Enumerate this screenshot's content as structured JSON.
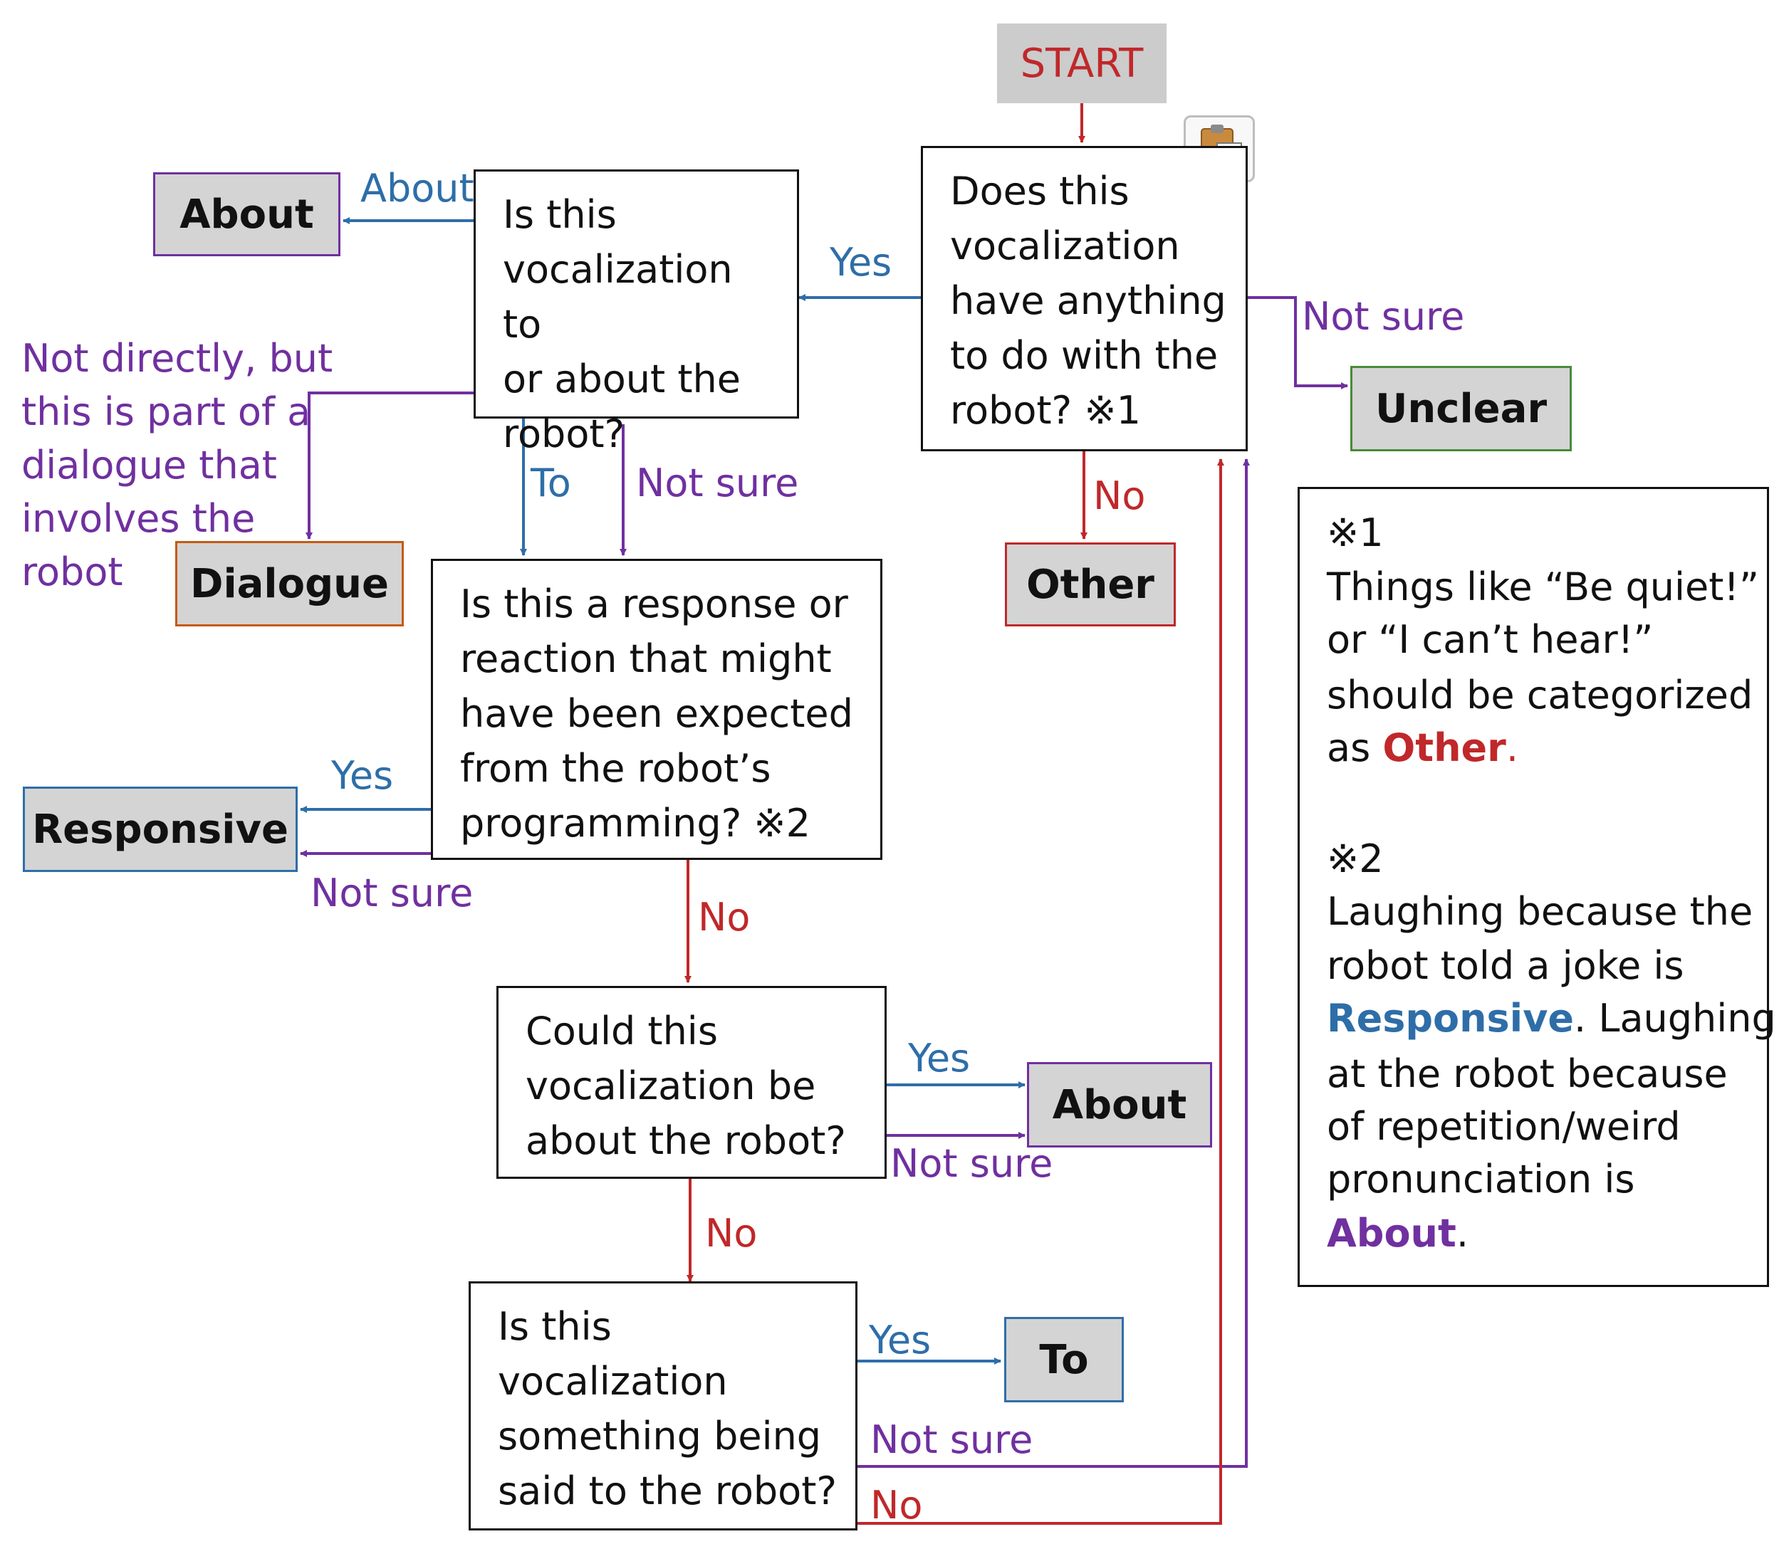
{
  "start": "START",
  "clipboard_icon": "clipboard-icon",
  "q1": {
    "text": "Does this\nvocalization\nhave anything\nto do with the\nrobot? ※1"
  },
  "q2": {
    "text": "Is this\nvocalization to\nor about the\nrobot?"
  },
  "q3": {
    "text": "Is this a response or\nreaction that might\nhave been expected\nfrom the robot’s\nprogramming? ※2"
  },
  "q4": {
    "text": "Could this\nvocalization be\nabout the robot?"
  },
  "q5": {
    "text": "Is this\nvocalization\nsomething being\nsaid to the robot?"
  },
  "categories": {
    "about_top": "About",
    "unclear": "Unclear",
    "dialogue": "Dialogue",
    "other": "Other",
    "responsive": "Responsive",
    "about_mid": "About",
    "to": "To"
  },
  "edge_labels": {
    "q1_yes": "Yes",
    "q1_not_sure": "Not sure",
    "q1_no": "No",
    "q2_about": "About",
    "q2_dialogue": "Not directly, but\nthis is part of a\ndialogue that\ninvolves the\nrobot",
    "q2_to": "To",
    "q2_not_sure": "Not sure",
    "q3_yes": "Yes",
    "q3_not_sure": "Not sure",
    "q3_no": "No",
    "q4_yes": "Yes",
    "q4_not_sure": "Not sure",
    "q4_no": "No",
    "q5_yes": "Yes",
    "q5_not_sure": "Not sure",
    "q5_no": "No"
  },
  "notes": {
    "n1_mark": "※1",
    "n1_line1": "Things like “Be quiet!”",
    "n1_line2": "or “I can’t hear!”",
    "n1_line3": "should be categorized",
    "n1_as": "as ",
    "n1_other": "Other",
    "n1_period": ".",
    "n2_mark": "※2",
    "n2_line1": "Laughing because the",
    "n2_line2": "robot told a joke is",
    "n2_responsive": "Responsive",
    "n2_line3_rest": ". Laughing",
    "n2_line4": "at the robot because",
    "n2_line5": "of repetition/weird",
    "n2_line6": "pronunciation is",
    "n2_about": "About",
    "n2_period": "."
  },
  "colors": {
    "yes": "#2e6ea8",
    "not_sure": "#7030a0",
    "no": "#c0282a",
    "about_border": "#7030a0",
    "unclear_border": "#4a8a3a",
    "dialogue_border": "#c55a11",
    "other_border": "#c0282a",
    "responsive_border": "#2e6ea8",
    "to_border": "#2e6ea8"
  }
}
